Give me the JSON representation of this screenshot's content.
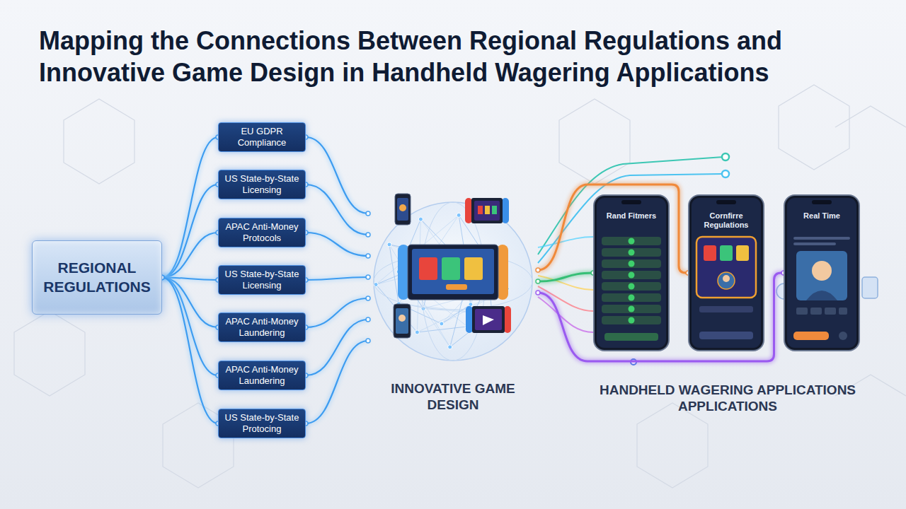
{
  "diagram": {
    "title": "Mapping the Connections Between Regional Regulations and Innovative Game Design in Handheld Wagering Applications",
    "nodes": [
      {
        "text": [
          "REGIONAL REGULATIONS"
        ]
      },
      {
        "text": [
          "EU GDPR Compliance"
        ]
      },
      {
        "text": [
          "US State-by-State Licensing"
        ]
      },
      {
        "text": [
          "APAC Anti-Money Protocols"
        ]
      },
      {
        "text": [
          "US State-by-State Licensing"
        ]
      },
      {
        "text": [
          "APAC Anti-Money Laundering"
        ]
      },
      {
        "text": [
          "APAC Anti-Money Laundering"
        ]
      },
      {
        "text": [
          "US State-by-State Protocing"
        ]
      },
      {
        "text": [
          "INNOVATIVE GAME DESIGN"
        ]
      },
      {
        "text": [
          "Rand Fitmers"
        ]
      },
      {
        "text": [
          "Cornfirre Regulations"
        ]
      },
      {
        "text": [
          "Real Time"
        ]
      }
    ],
    "edges": [
      {
        "from": 0,
        "to": 1,
        "arrow": "none"
      },
      {
        "from": 0,
        "to": 2,
        "arrow": "none"
      },
      {
        "from": 0,
        "to": 3,
        "arrow": "none"
      },
      {
        "from": 0,
        "to": 4,
        "arrow": "none"
      },
      {
        "from": 0,
        "to": 5,
        "arrow": "none"
      },
      {
        "from": 0,
        "to": 6,
        "arrow": "none"
      },
      {
        "from": 0,
        "to": 7,
        "arrow": "none"
      },
      {
        "from": 1,
        "to": 8,
        "arrow": "none"
      },
      {
        "from": 2,
        "to": 8,
        "arrow": "none"
      },
      {
        "from": 3,
        "to": 8,
        "arrow": "none"
      },
      {
        "from": 4,
        "to": 8,
        "arrow": "none"
      },
      {
        "from": 5,
        "to": 8,
        "arrow": "none"
      },
      {
        "from": 6,
        "to": 8,
        "arrow": "none"
      },
      {
        "from": 7,
        "to": 8,
        "arrow": "none"
      },
      {
        "from": 8,
        "to": 9,
        "arrow": "none"
      },
      {
        "from": 8,
        "to": 10,
        "arrow": "none"
      },
      {
        "from": 8,
        "to": 11,
        "arrow": "none"
      }
    ],
    "labels": [
      "HANDHELD WAGERING APPLICATIONS APPLICATIONS"
    ]
  }
}
